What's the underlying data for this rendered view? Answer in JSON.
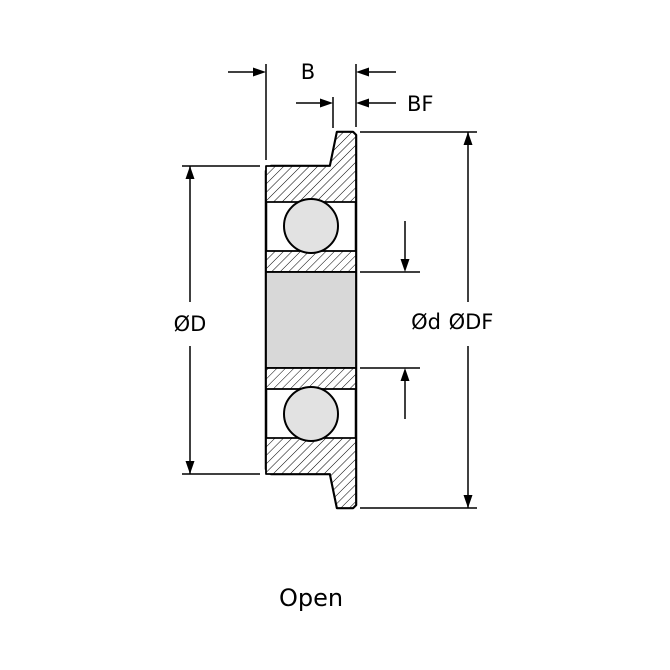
{
  "diagram": {
    "kind": "flanged-ball-bearing-cross-section",
    "caption": "Open",
    "dimensions": {
      "width_label": "B",
      "flange_width_label": "BF",
      "outer_diameter_label": "ØD",
      "bore_diameter_label": "Ød",
      "flange_diameter_label": "ØDF"
    },
    "colors": {
      "line": "#000000",
      "section_fill": "#d8d8d8",
      "ball_fill": "#e2e2e2",
      "background": "#ffffff"
    }
  }
}
